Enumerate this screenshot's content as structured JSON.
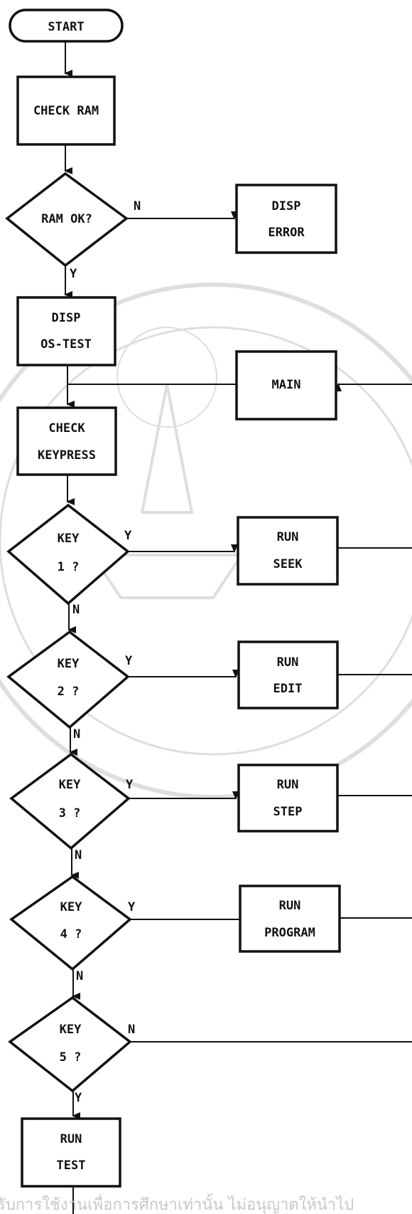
{
  "nodes": {
    "start": "START",
    "check_ram": "CHECK RAM",
    "ram_ok": "RAM OK?",
    "disp_error": [
      "DISP",
      "ERROR"
    ],
    "disp_os_test": [
      "DISP",
      "OS-TEST"
    ],
    "main": "MAIN",
    "check_keypress": [
      "CHECK",
      "KEYPRESS"
    ],
    "key1": [
      "KEY",
      "1 ?"
    ],
    "run_seek": [
      "RUN",
      "SEEK"
    ],
    "key2": [
      "KEY",
      "2 ?"
    ],
    "run_edit": [
      "RUN",
      "EDIT"
    ],
    "key3": [
      "KEY",
      "3 ?"
    ],
    "run_step": [
      "RUN",
      "STEP"
    ],
    "key4": [
      "KEY",
      "4 ?"
    ],
    "run_program": [
      "RUN",
      "PROGRAM"
    ],
    "key5": [
      "KEY",
      "5 ?"
    ],
    "run_test": [
      "RUN",
      "TEST"
    ]
  },
  "edge_labels": {
    "ram_no": "N",
    "ram_yes": "Y",
    "key1_yes": "Y",
    "key1_no": "N",
    "key2_yes": "Y",
    "key2_no": "N",
    "key3_yes": "Y",
    "key3_no": "N",
    "key4_yes": "Y",
    "key4_no": "N",
    "key5_no": "N",
    "key5_yes": "Y"
  },
  "watermark": {
    "footer": "รับการใช้งานเพื่อการศึกษาเท่านั้น ไม่อนุญาตให้นำไป"
  }
}
